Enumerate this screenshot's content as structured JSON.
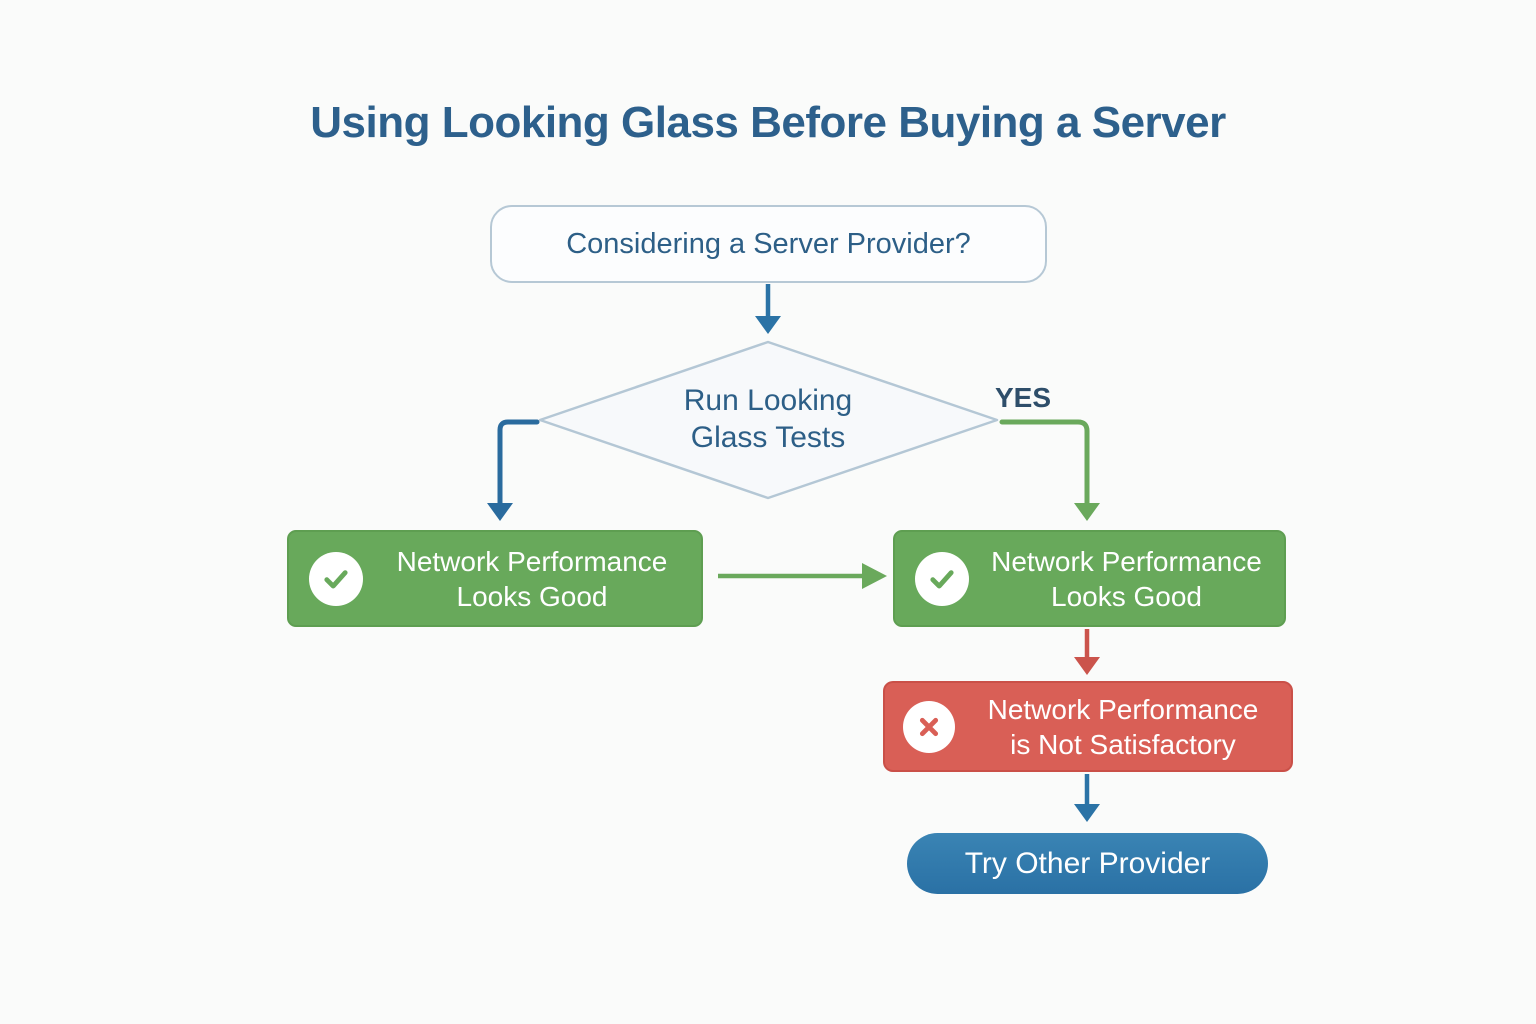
{
  "title": "Using Looking Glass Before Buying a Server",
  "colors": {
    "background": "#fafbfa",
    "title_text": "#2d608c",
    "node_text": "#2d5f87",
    "shape_outline": "#b4c7d5",
    "blue_arrow": "#2b73a6",
    "green_fill": "#68a95b",
    "green_arrow": "#6aa95c",
    "red_fill": "#d95f56",
    "red_arrow": "#cb544c",
    "pill_blue": "#2e77ab",
    "yes_label_text": "#2e4e6a"
  },
  "nodes": {
    "start": {
      "label": "Considering a Server Provider?"
    },
    "decision": {
      "line1": "Run Looking",
      "line2": "Glass Tests"
    },
    "branch": {
      "yes": "YES"
    },
    "result_left": {
      "line1": "Network Performance",
      "line2": "Looks Good",
      "icon": "check-icon"
    },
    "result_right": {
      "line1": "Network Performance",
      "line2": "Looks Good",
      "icon": "check-icon"
    },
    "fail": {
      "line1": "Network Performance",
      "line2": "is Not Satisfactory",
      "icon": "x-icon"
    },
    "action": {
      "label": "Try Other Provider"
    }
  }
}
